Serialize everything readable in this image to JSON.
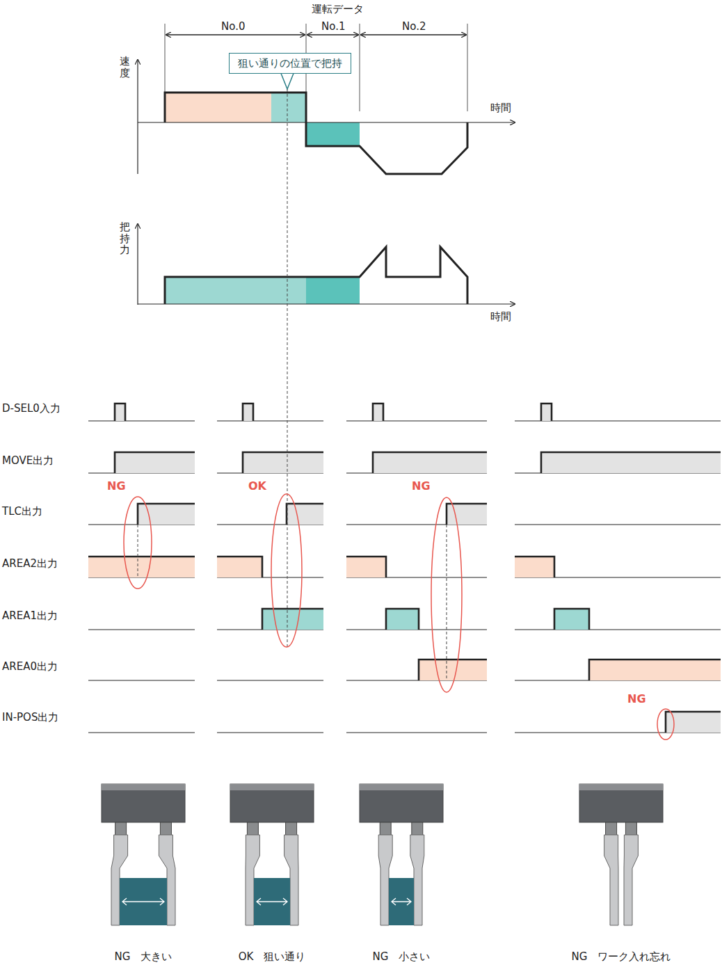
{
  "diagram": {
    "nodes": [
      {
        "text": [
          "狙い通りの位置で把持"
        ]
      }
    ],
    "labels": [
      "運転データ",
      "No.0",
      "No.1",
      "No.2",
      "速度",
      "時間",
      "把持力",
      "時間",
      "D-SEL0入力",
      "MOVE出力",
      "TLC出力",
      "AREA2出力",
      "AREA1出力",
      "AREA0出力",
      "IN-POS出力",
      "NG",
      "OK",
      "NG",
      "NG",
      "NG　大きい",
      "OK　狙い通り",
      "NG　小さい",
      "NG　ワーク入れ忘れ"
    ]
  }
}
